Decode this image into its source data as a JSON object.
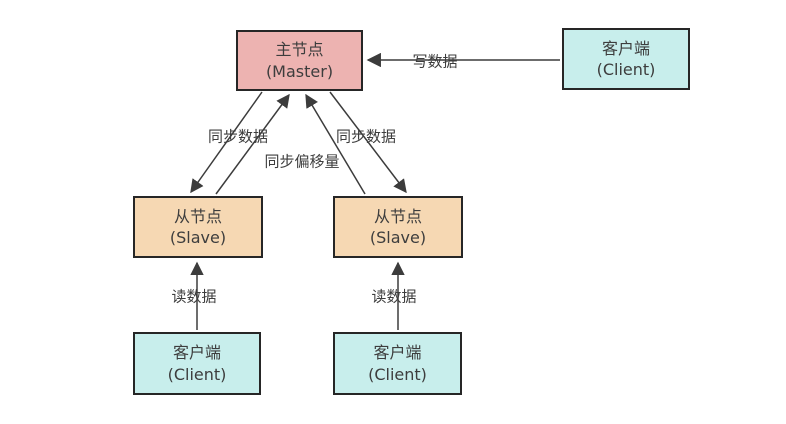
{
  "diagram": {
    "type": "architecture-diagram",
    "topic": "master-slave-replication",
    "nodes": [
      {
        "id": "master",
        "line1": "主节点",
        "line2": "(Master)",
        "role": "master"
      },
      {
        "id": "client-top-right",
        "line1": "客户端",
        "line2": "(Client)",
        "role": "client"
      },
      {
        "id": "slave-left",
        "line1": "从节点",
        "line2": "(Slave)",
        "role": "slave"
      },
      {
        "id": "slave-right",
        "line1": "从节点",
        "line2": "(Slave)",
        "role": "slave"
      },
      {
        "id": "client-bottom-left",
        "line1": "客户端",
        "line2": "(Client)",
        "role": "client"
      },
      {
        "id": "client-bottom-mid",
        "line1": "客户端",
        "line2": "(Client)",
        "role": "client"
      }
    ],
    "edges": {
      "write": {
        "label": "写数据",
        "from": "client-top-right",
        "to": "master",
        "direction": "left"
      },
      "sync_left": {
        "label": "同步数据",
        "from": "master",
        "to": "slave-left",
        "direction": "both"
      },
      "sync_right": {
        "label": "同步数据",
        "from": "master",
        "to": "slave-right",
        "direction": "both"
      },
      "sync_offset": {
        "label": "同步偏移量"
      },
      "read_left": {
        "label": "读数据",
        "from": "client-bottom-left",
        "to": "slave-left",
        "direction": "up"
      },
      "read_right": {
        "label": "读数据",
        "from": "client-bottom-mid",
        "to": "slave-right",
        "direction": "up"
      }
    },
    "colors": {
      "master_fill": "#edb3b1",
      "slave_fill": "#f6d8b3",
      "client_fill": "#c8eeec",
      "node_border": "#262626",
      "arrow": "#3c3c3c",
      "label_text": "#3d3d3d",
      "background": "#ffffff"
    }
  }
}
